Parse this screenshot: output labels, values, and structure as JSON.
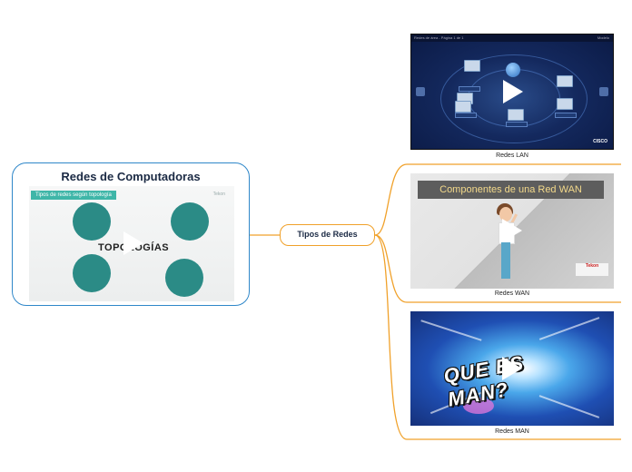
{
  "root": {
    "title": "Redes de Computadoras",
    "thumb_tag": "Tipos de redes según topología",
    "thumb_logo": "Tekon",
    "thumb_title": "TOPOLOGÍAS"
  },
  "center": {
    "title": "Tipos de Redes"
  },
  "videos": [
    {
      "caption": "Redes LAN",
      "top_bar": "Redes de área - Página 1 de 1",
      "top_bar_right": "Modelo",
      "brand": "CISCO"
    },
    {
      "caption": "Redes WAN",
      "banner": "Componentes de una Red WAN",
      "logo": "Tekon"
    },
    {
      "caption": "Redes MAN",
      "overlay_text": "QUE ES MAN?"
    }
  ],
  "colors": {
    "root_border": "#2f87c9",
    "branch": "#f0a12a",
    "title_text": "#1b2a44"
  }
}
